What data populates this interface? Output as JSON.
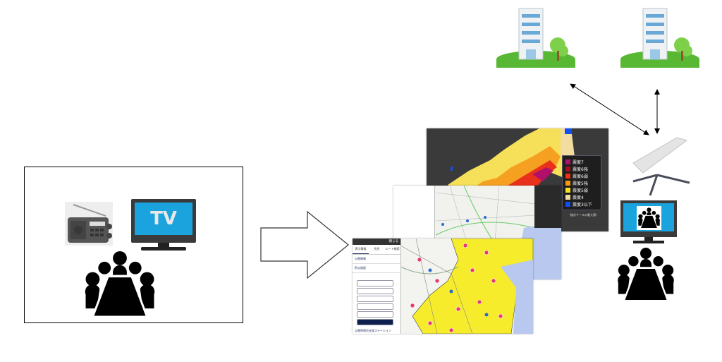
{
  "broadcast": {
    "tv_label": "TV"
  },
  "quake_map": {
    "legend": [
      {
        "label": "震度7",
        "color": "#b0106a"
      },
      {
        "label": "震度6強",
        "color": "#a80e20"
      },
      {
        "label": "震度6弱",
        "color": "#f03010"
      },
      {
        "label": "震度5強",
        "color": "#f59a10"
      },
      {
        "label": "震度5弱",
        "color": "#f8e020"
      },
      {
        "label": "震度4",
        "color": "#f2dca0"
      },
      {
        "label": "震度3以下",
        "color": "#1050f0"
      }
    ],
    "note": "（推計ケースの最大値）"
  },
  "hazard_map": {
    "close_label": "閉じる",
    "tabs": [
      "表示情報",
      "凡例",
      "ルート検索"
    ],
    "sections": [
      "災害情報",
      "防災施設"
    ],
    "last_section": "災害時帰宅支援ステーション"
  },
  "colors": {
    "accent": "#1aa3dc",
    "hazard_yellow": "#f7ec2c",
    "grass": "#5cbd3c"
  }
}
